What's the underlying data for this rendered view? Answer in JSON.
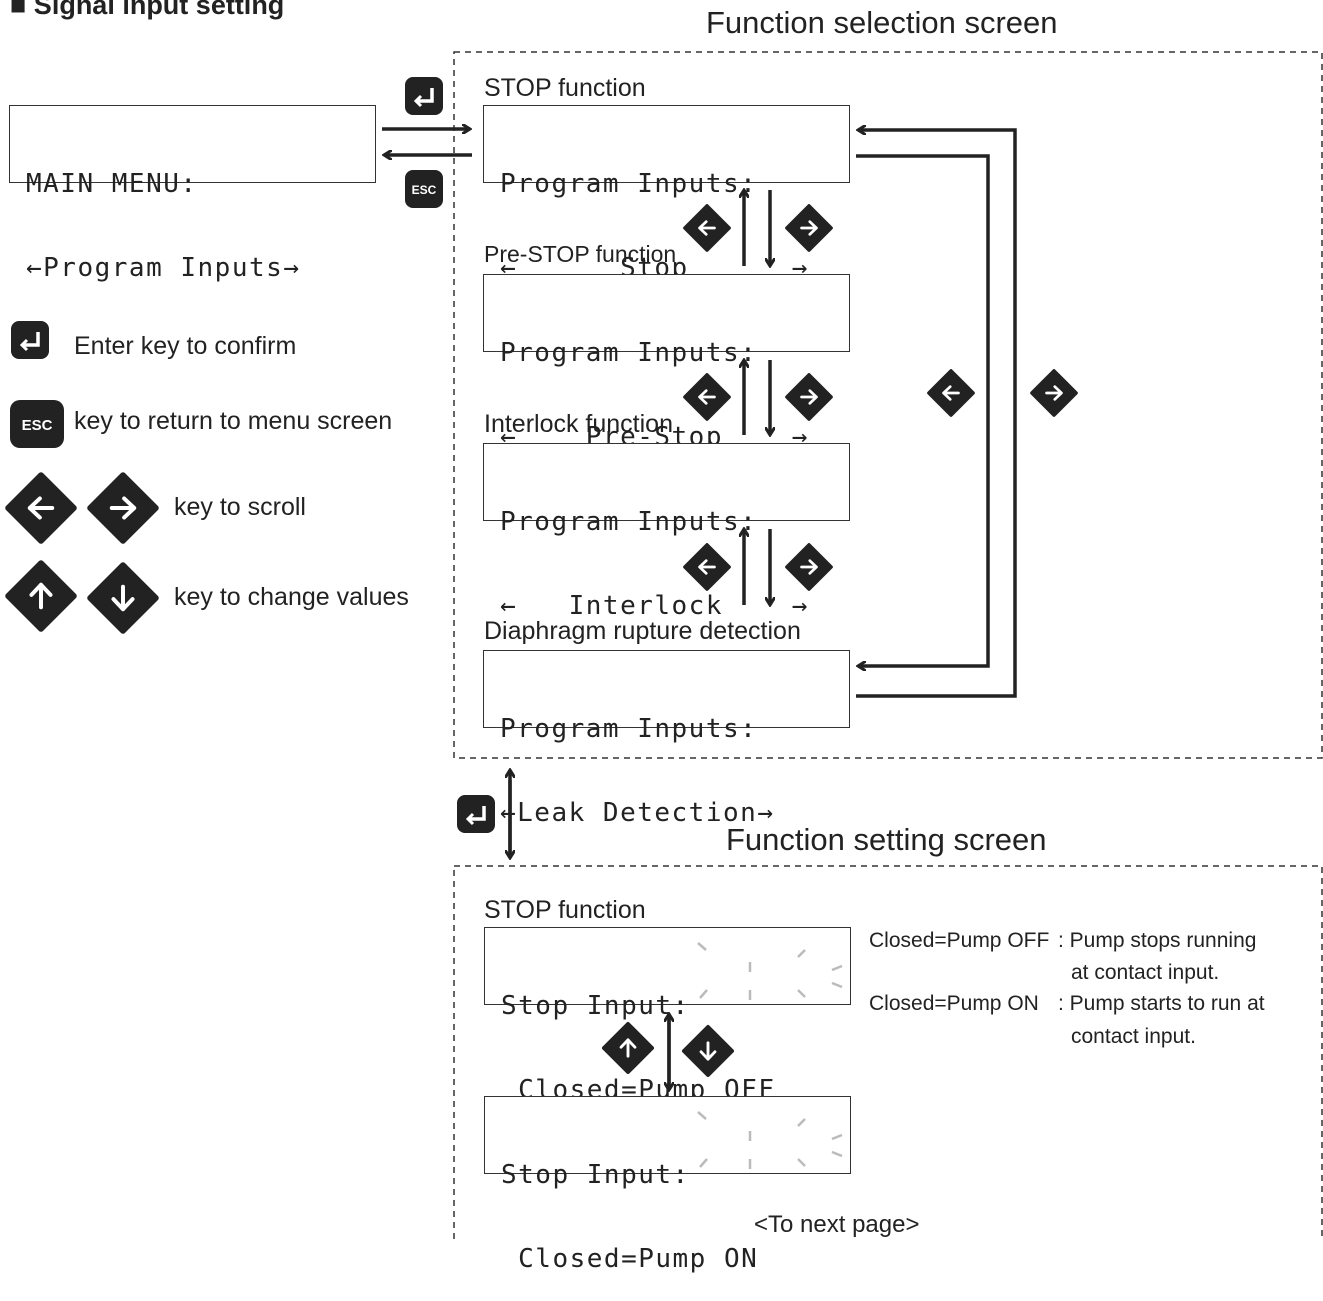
{
  "page_title": "■ Signal input setting",
  "headings": {
    "selection": "Function selection screen",
    "setting": "Function setting screen"
  },
  "main_menu": {
    "line1": "MAIN MENU:",
    "line2": "←Program Inputs→"
  },
  "selection_screens": [
    {
      "caption": "STOP function",
      "line1": "Program Inputs:",
      "line2": "←      Stop      →"
    },
    {
      "caption": "Pre-STOP function",
      "line1": "Program Inputs:",
      "line2": "←    Pre-Stop    →"
    },
    {
      "caption": "Interlock function",
      "line1": "Program Inputs:",
      "line2": "←   Interlock    →"
    },
    {
      "caption": "Diaphragm rupture detection",
      "line1": "Program Inputs:",
      "line2": "←Leak Detection→"
    }
  ],
  "setting_screens": {
    "caption": "STOP function",
    "screen_off": {
      "line1": "Stop Input:",
      "line2": " Closed=Pump OFF"
    },
    "screen_on": {
      "line1": "Stop Input:",
      "line2": " Closed=Pump ON"
    }
  },
  "notes": {
    "off_key": "Closed=Pump OFF",
    "off_desc1": ": Pump stops running",
    "off_desc2": "at contact input.",
    "on_key": "Closed=Pump ON",
    "on_desc1": ": Pump starts to run at",
    "on_desc2": "contact input."
  },
  "legend": {
    "enter": "Enter key to confirm",
    "esc": "key to return to menu screen",
    "scroll": "key to scroll",
    "change": "key to change values"
  },
  "key_labels": {
    "esc": "ESC"
  },
  "footer": "<To next page>"
}
